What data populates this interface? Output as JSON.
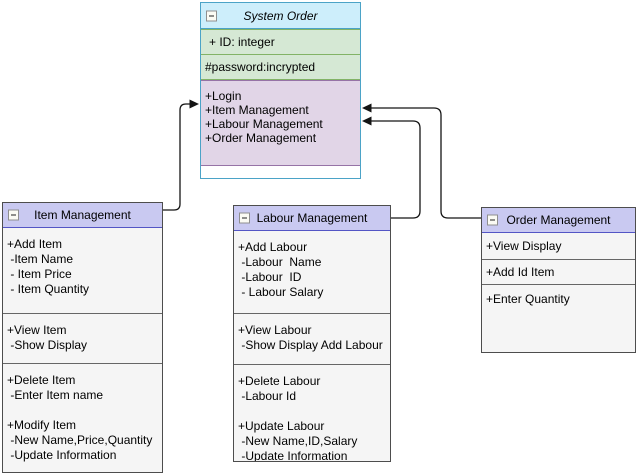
{
  "colors": {
    "system_header_fill": "#cdeefb",
    "system_border": "#4ba3c7",
    "attribute_fill": "#d5e8d4",
    "attribute_border": "#82b366",
    "methods_fill": "#e1d5e7",
    "methods_border": "#9673a6",
    "class_header_fill": "#c9c9f1",
    "class_header_border": "#5355c5",
    "class_body_fill": "#f5f5f5",
    "class_body_border": "#4d4d4d",
    "connector": "#000000"
  },
  "icons": {
    "collapse": "minus-square"
  },
  "classes": {
    "system_order": {
      "title": "System Order",
      "attribute_rows": [
        "+ ID: integer",
        "#password:incrypted"
      ],
      "methods": [
        "+Login",
        "+Item Management",
        "+Labour Management",
        "+Order Management"
      ]
    },
    "item_management": {
      "title": "Item Management",
      "sections": [
        [
          "+Add Item",
          " -Item Name",
          " - Item Price",
          " - Item Quantity"
        ],
        [
          "+View Item",
          " -Show Display"
        ],
        [
          "+Delete Item",
          " -Enter Item name",
          "",
          "+Modify Item",
          " -New Name,Price,Quantity",
          " -Update Information"
        ]
      ]
    },
    "labour_management": {
      "title": "Labour Management",
      "sections": [
        [
          "+Add Labour",
          " -Labour  Name",
          " -Labour  ID",
          " - Labour Salary"
        ],
        [
          "+View Labour",
          " -Show Display Add Labour"
        ],
        [
          "+Delete Labour",
          " -Labour Id",
          "",
          "+Update Labour",
          " -New Name,ID,Salary",
          " -Update Information"
        ]
      ]
    },
    "order_management": {
      "title": "Order Management",
      "rows": [
        "+View Display",
        "+Add Id Item",
        "+Enter Quantity"
      ]
    }
  },
  "connectors": [
    {
      "from": "Item Management",
      "to": "System Order"
    },
    {
      "from": "Labour Management",
      "to": "System Order"
    },
    {
      "from": "Order Management",
      "to": "System Order"
    }
  ]
}
